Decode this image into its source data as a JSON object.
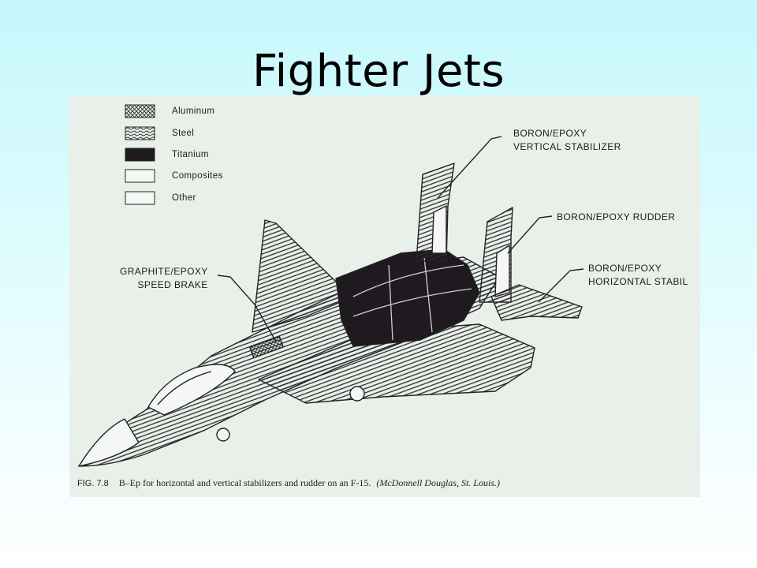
{
  "slide": {
    "title": "Fighter Jets"
  },
  "legend": {
    "items": [
      {
        "label": "Aluminum",
        "pattern": "crosshatch"
      },
      {
        "label": "Steel",
        "pattern": "wavy"
      },
      {
        "label": "Titanium",
        "pattern": "solid-black"
      },
      {
        "label": "Composites",
        "pattern": "blank"
      },
      {
        "label": "Other",
        "pattern": "blank"
      }
    ]
  },
  "callouts": {
    "vertical_stabilizer": {
      "line1": "BORON/EPOXY",
      "line2": "VERTICAL STABILIZER"
    },
    "rudder": {
      "line1": "BORON/EPOXY RUDDER"
    },
    "horizontal_stabilizer": {
      "line1": "BORON/EPOXY",
      "line2": "HORIZONTAL STABIL"
    },
    "speed_brake": {
      "line1": "GRAPHITE/EPOXY",
      "line2": "SPEED BRAKE"
    }
  },
  "caption": {
    "fig": "FIG. 7.8",
    "text": "B–Ep for horizontal and vertical stabilizers and rudder on an F-15.",
    "credit": "(McDonnell Douglas, St. Louis.)"
  },
  "colors": {
    "background_top": "#c6f8fb",
    "figure_bg": "#e9f0ea",
    "ink": "#1b1b1b"
  }
}
